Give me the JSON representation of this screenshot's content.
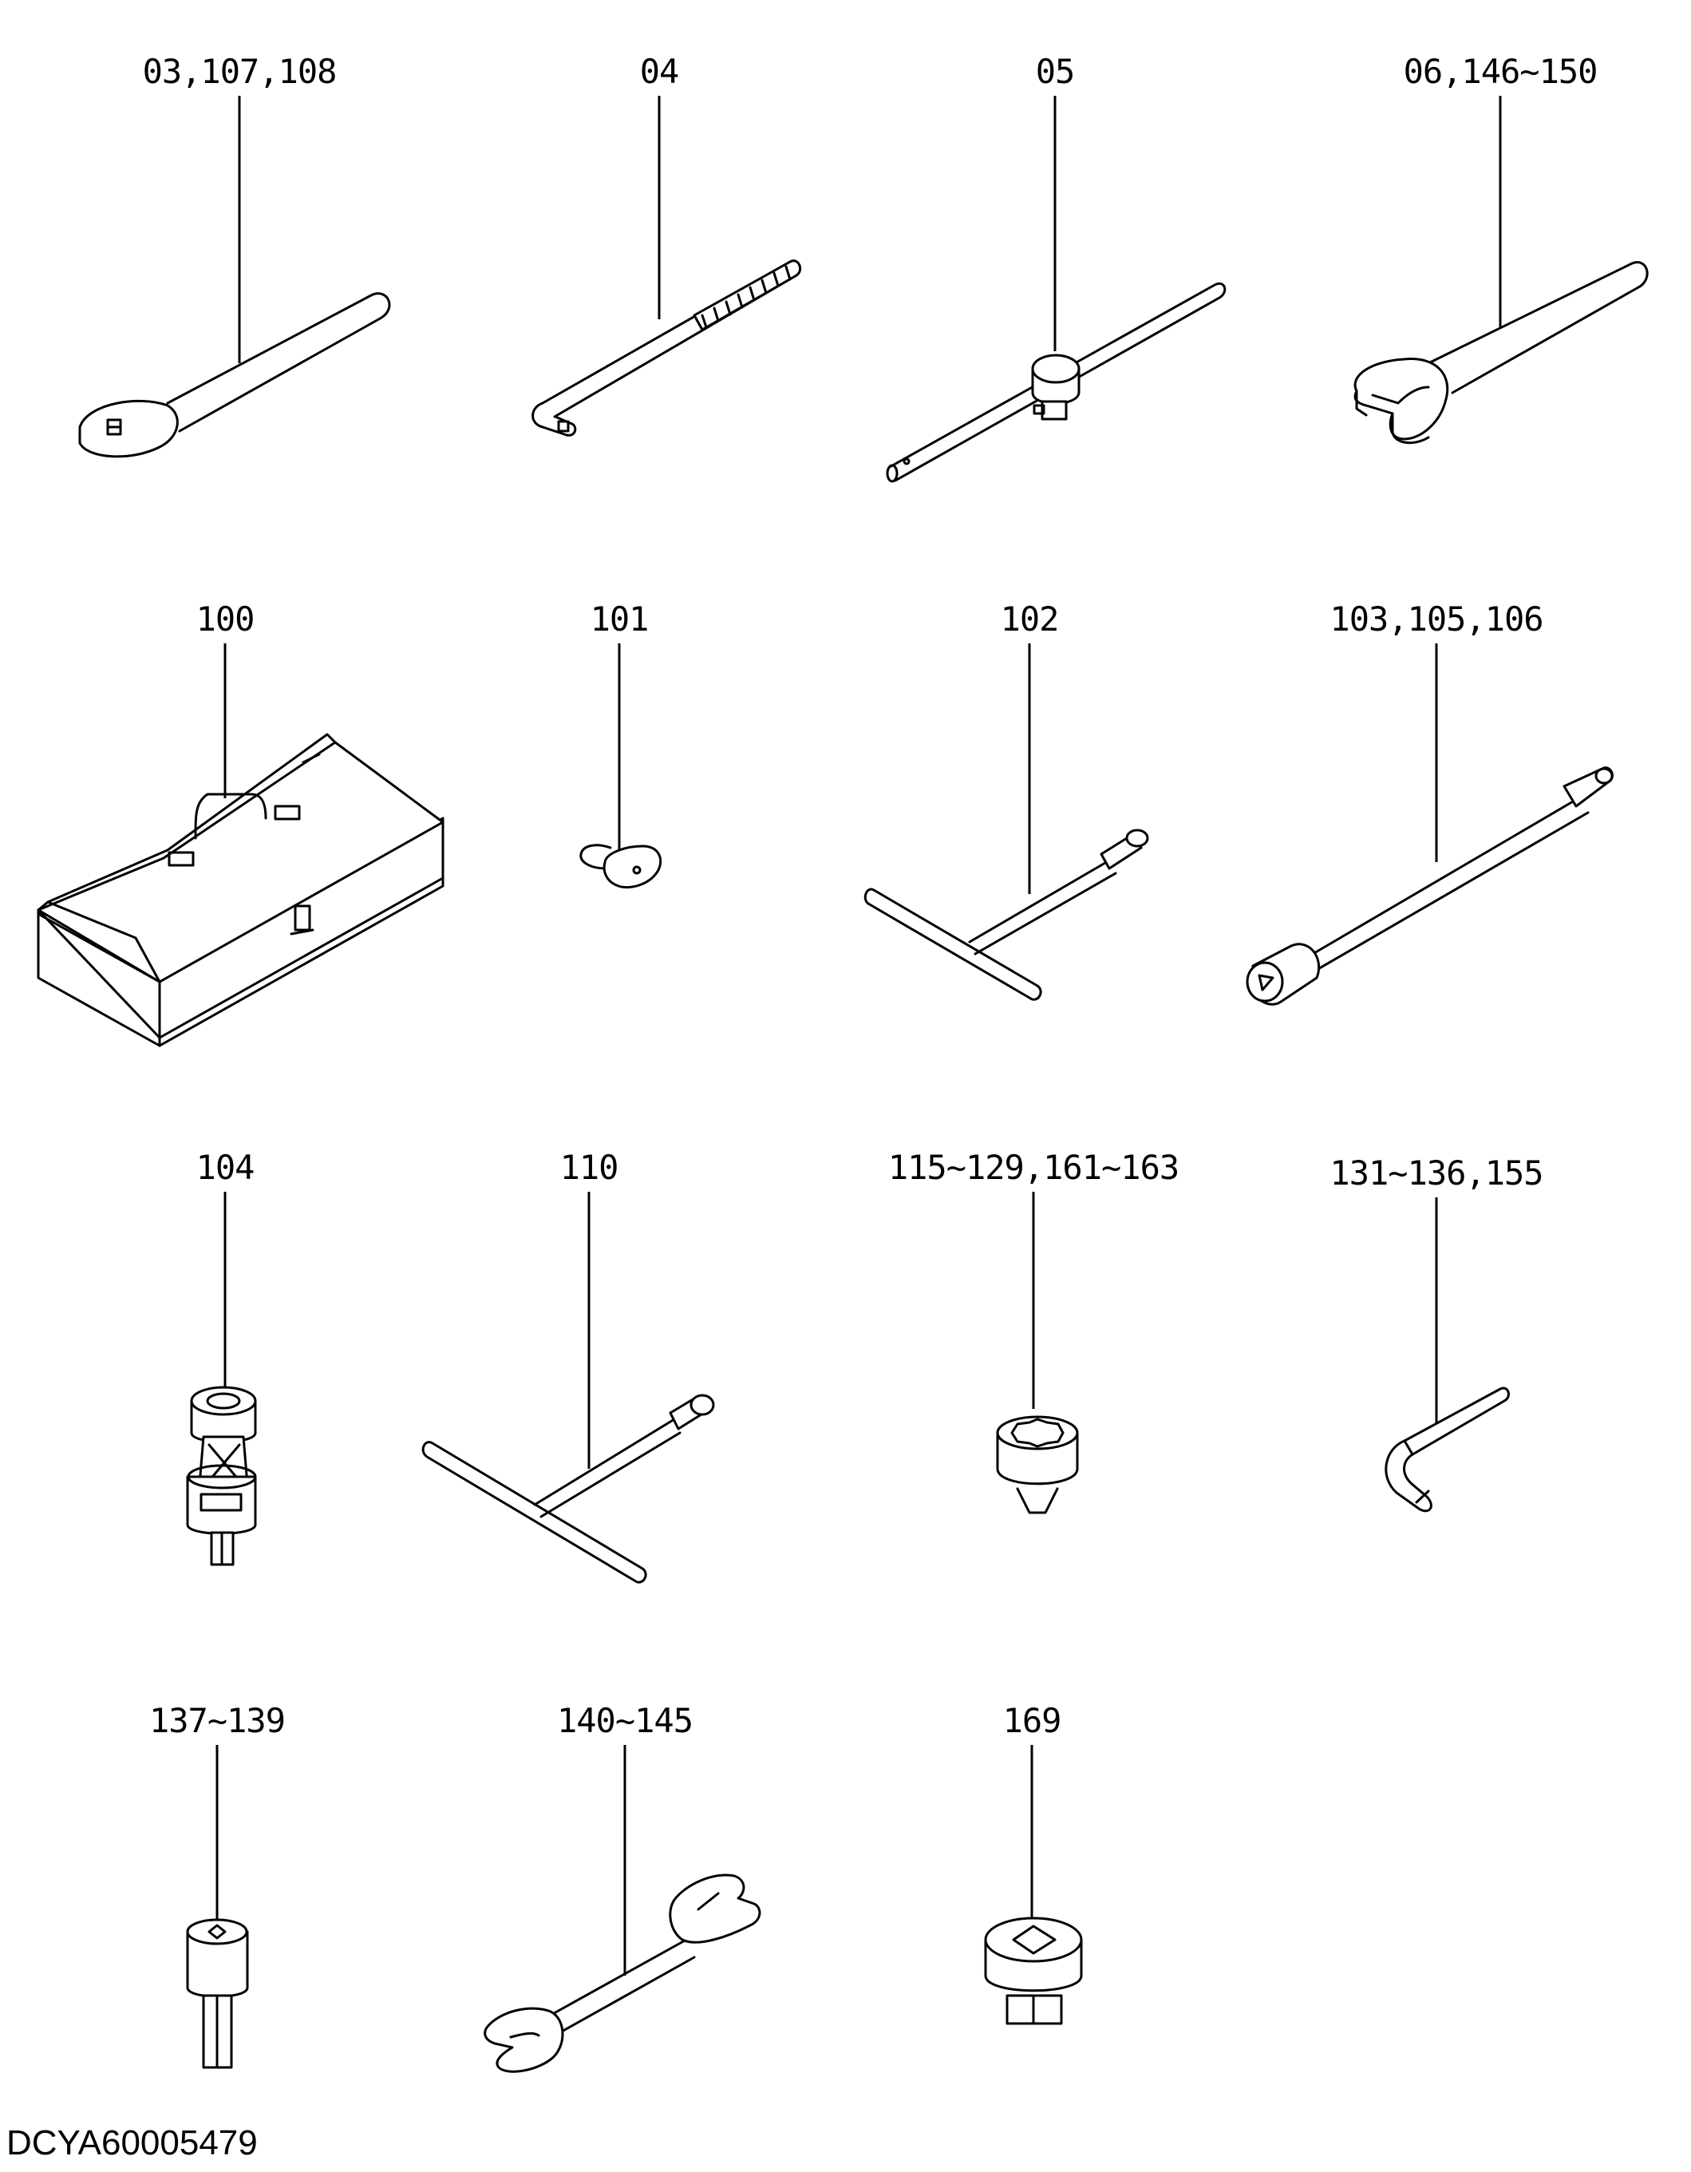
{
  "parts": [
    {
      "id": "ratchet-handle",
      "label": "03,107,108"
    },
    {
      "id": "l-handle-wrench",
      "label": "04"
    },
    {
      "id": "sliding-t-handle",
      "label": "05"
    },
    {
      "id": "single-open-end-wrench",
      "label": "06,146~150"
    },
    {
      "id": "tool-box",
      "label": "100"
    },
    {
      "id": "small-clip-part",
      "label": "101"
    },
    {
      "id": "t-socket-wrench-small",
      "label": "102"
    },
    {
      "id": "extension-bar-socket",
      "label": "103,105,106"
    },
    {
      "id": "universal-joint-socket",
      "label": "104"
    },
    {
      "id": "t-socket-wrench-large",
      "label": "110"
    },
    {
      "id": "twelve-point-socket",
      "label": "115~129,161~163"
    },
    {
      "id": "hex-key-wrench",
      "label": "131~136,155"
    },
    {
      "id": "hex-bit-socket",
      "label": "137~139"
    },
    {
      "id": "double-open-end-wrench",
      "label": "140~145"
    },
    {
      "id": "square-drive-socket",
      "label": "169"
    }
  ],
  "drawing_code": "DCYA60005479"
}
